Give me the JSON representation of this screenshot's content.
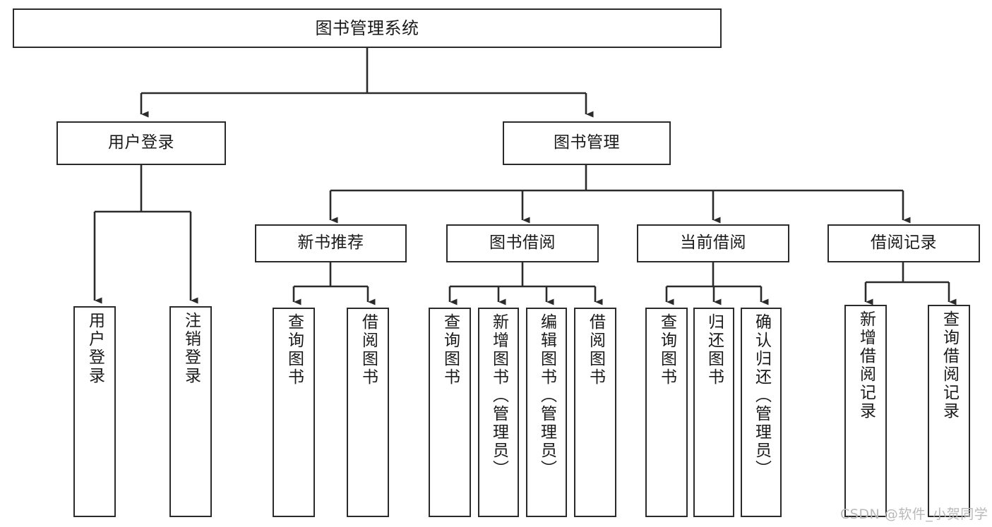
{
  "diagram": {
    "title": "图书管理系统",
    "type": "tree-hierarchy-chart",
    "colors": {
      "box_border": "#2b2b2b",
      "box_fill": "#ffffff",
      "connector": "#2b2b2b",
      "text": "#1a1a1a",
      "watermark": "#b9b9b9",
      "background": "#ffffff"
    }
  },
  "watermark": {
    "text": "CSDN @软件_小贺同学"
  },
  "nodes": {
    "root": {
      "label": "图书管理系统"
    },
    "level1": [
      {
        "id": "user-login",
        "label": "用户登录"
      },
      {
        "id": "book-manage",
        "label": "图书管理"
      }
    ],
    "level2": [
      {
        "id": "new-book-recommend",
        "label": "新书推荐"
      },
      {
        "id": "book-borrow",
        "label": "图书借阅"
      },
      {
        "id": "current-borrow",
        "label": "当前借阅"
      },
      {
        "id": "borrow-record",
        "label": "借阅记录"
      }
    ],
    "leaves": {
      "user-login": [
        {
          "id": "leaf-user-login",
          "label": "用户登录"
        },
        {
          "id": "leaf-logout-login",
          "label": "注销登录"
        }
      ],
      "new-book-recommend": [
        {
          "id": "leaf-query-book-1",
          "label": "查询图书"
        },
        {
          "id": "leaf-borrow-book-1",
          "label": "借阅图书"
        }
      ],
      "book-borrow": [
        {
          "id": "leaf-query-book-2",
          "label": "查询图书"
        },
        {
          "id": "leaf-add-book",
          "label": "新增图书（管理员）"
        },
        {
          "id": "leaf-edit-book",
          "label": "编辑图书（管理员）"
        },
        {
          "id": "leaf-borrow-book-2",
          "label": "借阅图书"
        }
      ],
      "current-borrow": [
        {
          "id": "leaf-query-book-3",
          "label": "查询图书"
        },
        {
          "id": "leaf-return-book",
          "label": "归还图书"
        },
        {
          "id": "leaf-confirm-return",
          "label": "确认归还（管理员）"
        }
      ],
      "borrow-record": [
        {
          "id": "leaf-add-record",
          "label": "新增借阅记录"
        },
        {
          "id": "leaf-query-record",
          "label": "查询借阅记录"
        }
      ]
    }
  }
}
